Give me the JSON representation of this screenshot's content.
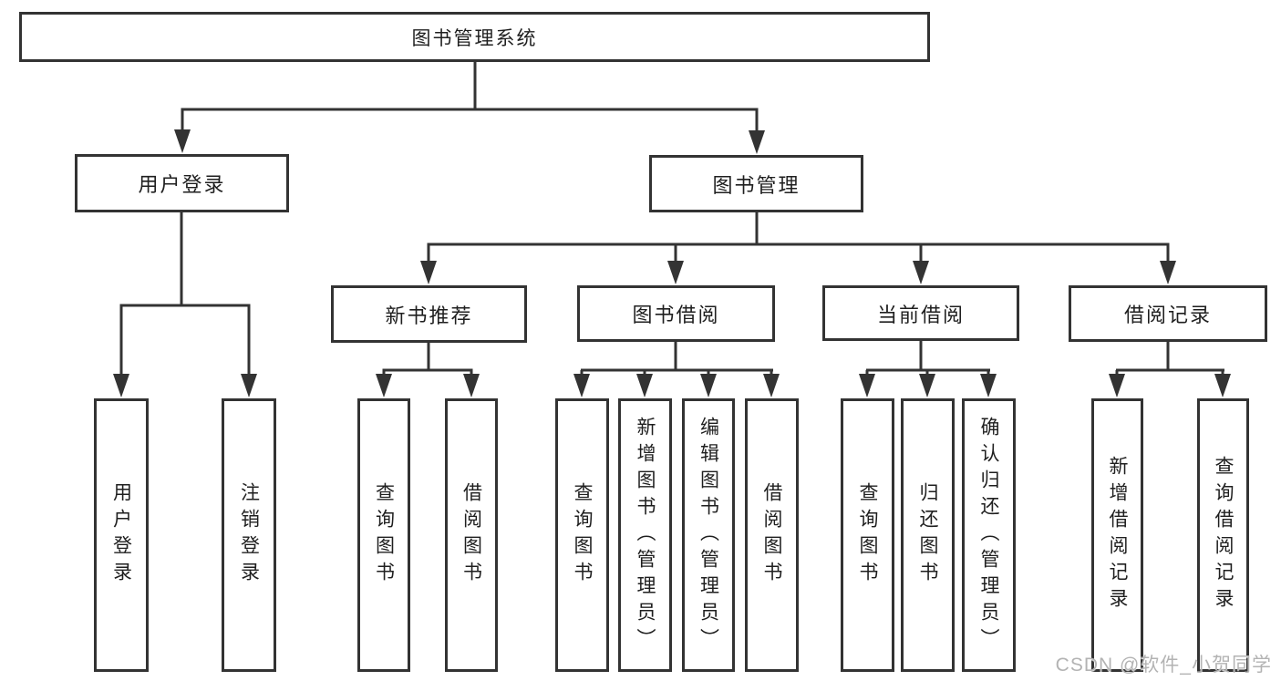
{
  "tree": {
    "root": {
      "label": "图书管理系统"
    },
    "branches": [
      {
        "label": "用户登录",
        "children": [
          {
            "label": "用户登录"
          },
          {
            "label": "注销登录"
          }
        ]
      },
      {
        "label": "图书管理",
        "children": [
          {
            "label": "新书推荐",
            "children": [
              {
                "label": "查询图书"
              },
              {
                "label": "借阅图书"
              }
            ]
          },
          {
            "label": "图书借阅",
            "children": [
              {
                "label": "查询图书"
              },
              {
                "label": "新增图书（管理员）"
              },
              {
                "label": "编辑图书（管理员）"
              },
              {
                "label": "借阅图书"
              }
            ]
          },
          {
            "label": "当前借阅",
            "children": [
              {
                "label": "查询图书"
              },
              {
                "label": "归还图书"
              },
              {
                "label": "确认归还（管理员）"
              }
            ]
          },
          {
            "label": "借阅记录",
            "children": [
              {
                "label": "新增借阅记录"
              },
              {
                "label": "查询借阅记录"
              }
            ]
          }
        ]
      }
    ]
  },
  "watermark": {
    "text": "CSDN @软件_小贺同学"
  },
  "colors": {
    "line": "#333333",
    "text": "#1f1f1f",
    "background": "#ffffff",
    "watermark": "#b3b3b3"
  }
}
